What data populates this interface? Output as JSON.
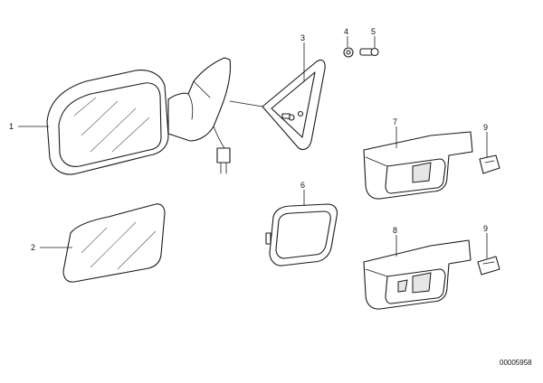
{
  "callouts": [
    {
      "id": "c1",
      "label": "1"
    },
    {
      "id": "c2",
      "label": "2"
    },
    {
      "id": "c3",
      "label": "3"
    },
    {
      "id": "c4",
      "label": "4"
    },
    {
      "id": "c5",
      "label": "5"
    },
    {
      "id": "c6",
      "label": "6"
    },
    {
      "id": "c7",
      "label": "7"
    },
    {
      "id": "c8",
      "label": "8"
    },
    {
      "id": "c9a",
      "label": "9"
    },
    {
      "id": "c9b",
      "label": "9"
    }
  ],
  "document_id": "00005958",
  "colors": {
    "line": "#1a1a1a",
    "background": "#ffffff"
  }
}
